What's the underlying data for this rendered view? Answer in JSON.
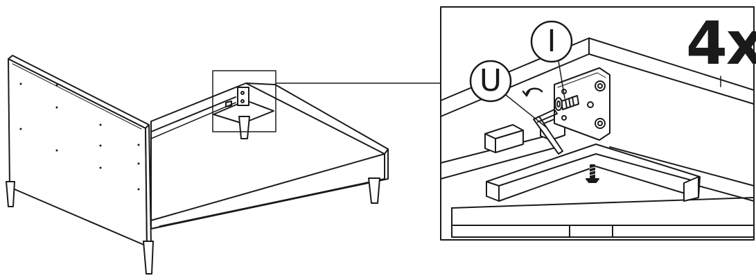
{
  "quantity_label": "4x",
  "callouts": {
    "part_i": "I",
    "part_u": "U"
  },
  "colors": {
    "line": "#1a1a1a",
    "panel_fill": "#ffffff"
  }
}
